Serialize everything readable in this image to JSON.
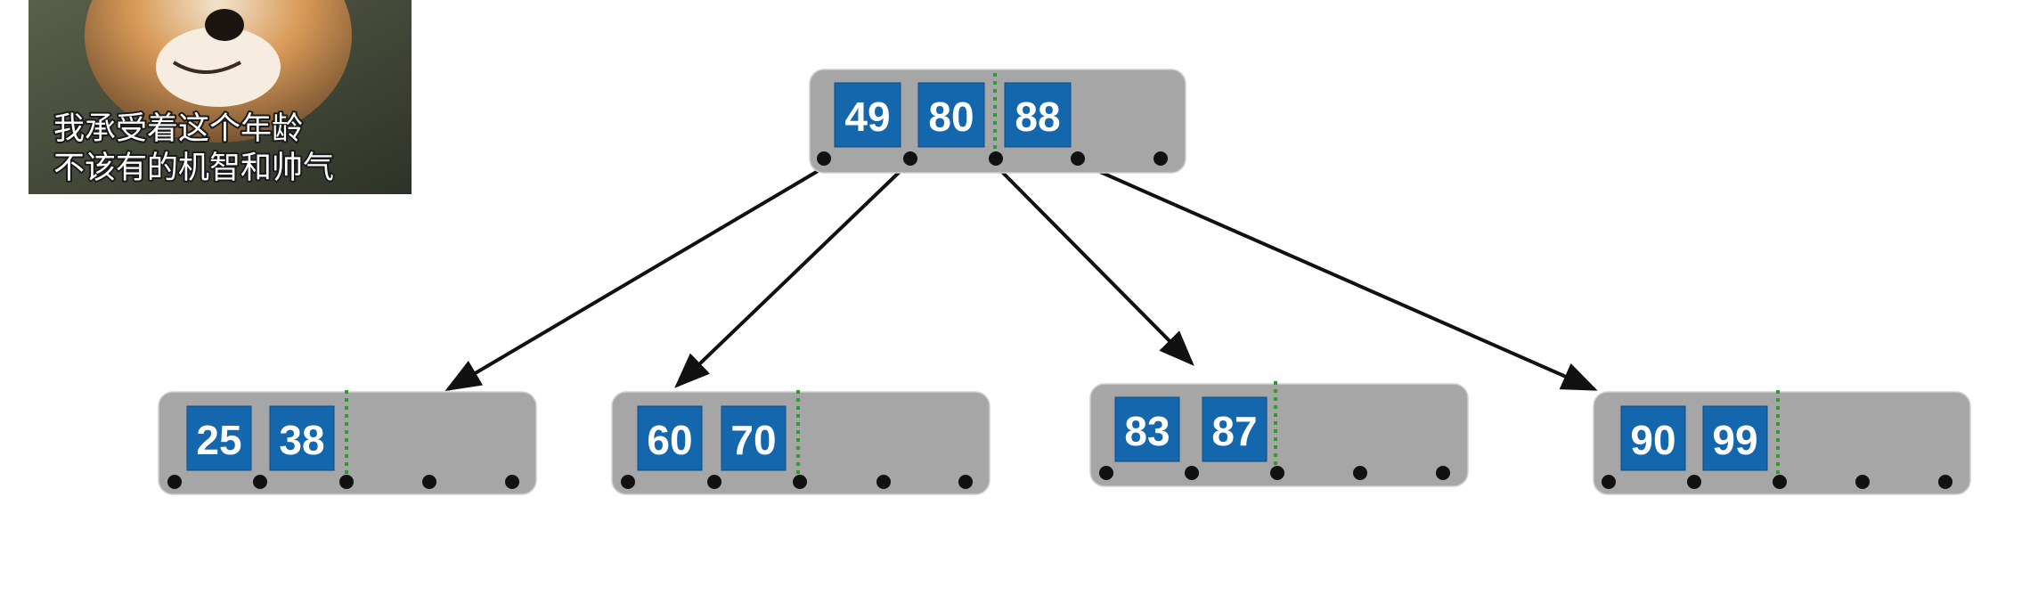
{
  "meme": {
    "caption_line1": "我承受着这个年龄",
    "caption_line2": "不该有的机智和帅气"
  },
  "tree": {
    "colors": {
      "node_fill": "#a6a6a6",
      "key_fill": "#1466ad",
      "key_text": "#ffffff",
      "split_marker": "#2f9a2f",
      "edge": "#111111"
    },
    "root": {
      "keys": [
        "49",
        "80",
        "88"
      ]
    },
    "children": [
      {
        "keys": [
          "25",
          "38"
        ]
      },
      {
        "keys": [
          "60",
          "70"
        ]
      },
      {
        "keys": [
          "83",
          "87"
        ]
      },
      {
        "keys": [
          "90",
          "99"
        ]
      }
    ]
  }
}
